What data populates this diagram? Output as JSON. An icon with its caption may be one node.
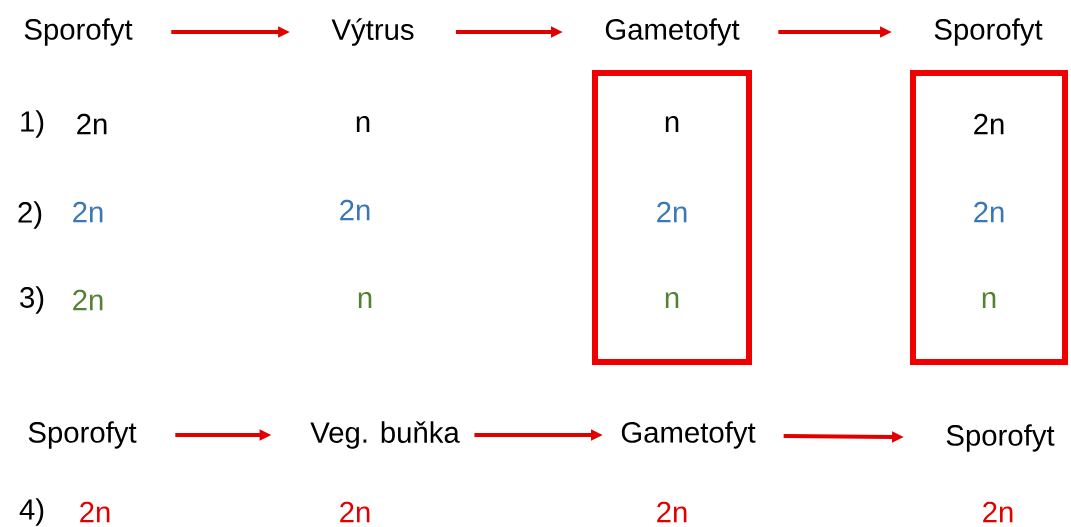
{
  "diagram": {
    "nodes": [
      {
        "text": [
          "Sporofyt"
        ]
      },
      {
        "text": [
          "Výtrus"
        ]
      },
      {
        "text": [
          "Gametofyt"
        ]
      },
      {
        "text": [
          "Sporofyt"
        ]
      },
      {
        "text": [
          "Sporofyt"
        ]
      },
      {
        "text": [
          "Veg. buňka"
        ]
      },
      {
        "text": [
          "Gametofyt"
        ]
      },
      {
        "text": [
          "Sporofyt"
        ]
      },
      {
        "text": [
          "n",
          "2n",
          "n"
        ]
      },
      {
        "text": [
          "2n",
          "2n",
          "n"
        ]
      }
    ],
    "edges": [
      {
        "from": 0,
        "to": 1,
        "arrow": "to"
      },
      {
        "from": 1,
        "to": 2,
        "arrow": "to"
      },
      {
        "from": 2,
        "to": 3,
        "arrow": "to"
      },
      {
        "from": 4,
        "to": 5,
        "arrow": "to"
      },
      {
        "from": 5,
        "to": 6,
        "arrow": "to"
      },
      {
        "from": 6,
        "to": 7,
        "arrow": "to"
      }
    ],
    "labels": [
      "1)",
      "2n",
      "n",
      "2)",
      "2n",
      "2n",
      "3)",
      "2n",
      "n",
      "4)",
      "2n",
      "2n",
      "2n",
      "2n"
    ]
  }
}
